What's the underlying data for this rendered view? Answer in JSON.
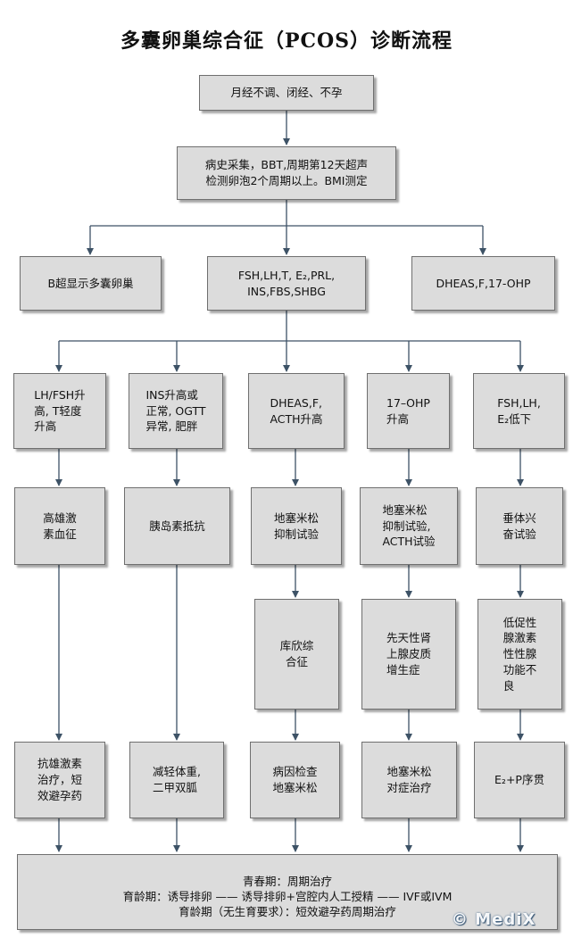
{
  "title": "多囊卵巢综合征（PCOS）诊断流程",
  "nodes": {
    "symptoms": "月经不调、闭经、不孕",
    "history": "病史采集，BBT,周期第12天超声\n检测卵泡2个周期以上。BMI测定",
    "ultrasound": "B超显示多囊卵巢",
    "hormone_panel": "FSH,LH,T, E₂,PRL,\nINS,FBS,SHBG",
    "adrenal_panel": "DHEAS,F,17-OHP",
    "lh_fsh": "LH/FSH升\n高, T轻度\n升高",
    "ins": "INS升高或\n正常, OGTT\n异常, 肥胖",
    "dheas": "DHEAS,F,\nACTH升高",
    "ohp": "17–OHP\n升高",
    "fsh_lh_low": "FSH,LH,\nE₂低下",
    "hyperandrogen": "高雄激\n素血征",
    "insulin_resistance": "胰岛素抵抗",
    "dex_test_1": "地塞米松\n抑制试验",
    "dex_test_2": "地塞米松\n抑制试验,\nACTH试验",
    "pituitary_test": "垂体兴\n奋试验",
    "cushing": "库欣综\n合征",
    "cah": "先天性肾\n上腺皮质\n增生症",
    "hypogonadism": "低促性\n腺激素\n性性腺\n功能不\n良",
    "anti_androgen": "抗雄激素\n治疗，短\n效避孕药",
    "weight_loss": "减轻体重,\n二甲双胍",
    "etiology": "病因检查\n地塞米松",
    "dex_symptomatic": "地塞米松\n对症治疗",
    "e2p": "E₂+P序贯"
  },
  "final": {
    "line1": "青春期：周期治疗",
    "line2": "育龄期：诱导排卵 —— 诱导排卵+宫腔内人工授精 —— IVF或IVM",
    "line3": "育龄期（无生育要求）：短效避孕药周期治疗"
  },
  "watermark": "© MediX"
}
